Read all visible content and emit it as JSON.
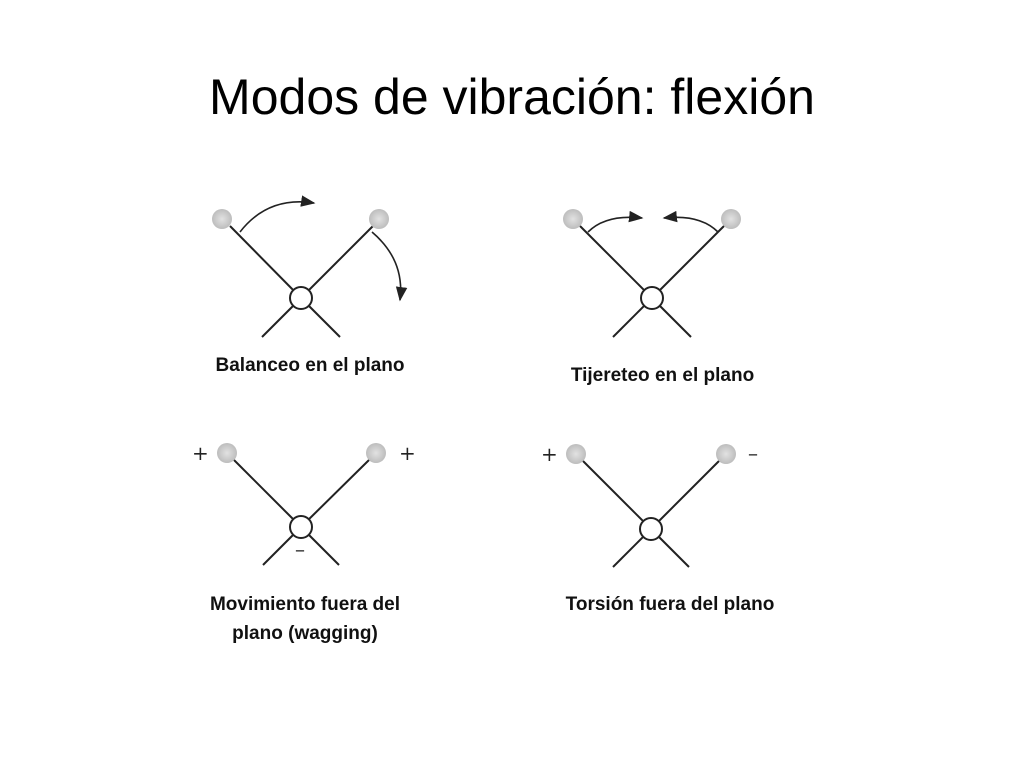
{
  "slide": {
    "title": "Modos de vibración: flexión"
  },
  "modes": [
    {
      "caption": "Balanceo en el plano"
    },
    {
      "caption": "Tijereteo en el plano"
    },
    {
      "caption_line1": "Movimiento fuera del",
      "caption_line2": "plano (wagging)"
    },
    {
      "caption": "Torsión fuera del plano"
    }
  ],
  "signs": {
    "wag_left": "+",
    "wag_right": "+",
    "wag_center": "–",
    "twist_left": "+",
    "twist_right": "–"
  },
  "colors": {
    "atom_fill": "#cfcfcf",
    "bond": "#222222",
    "text": "#000000"
  }
}
